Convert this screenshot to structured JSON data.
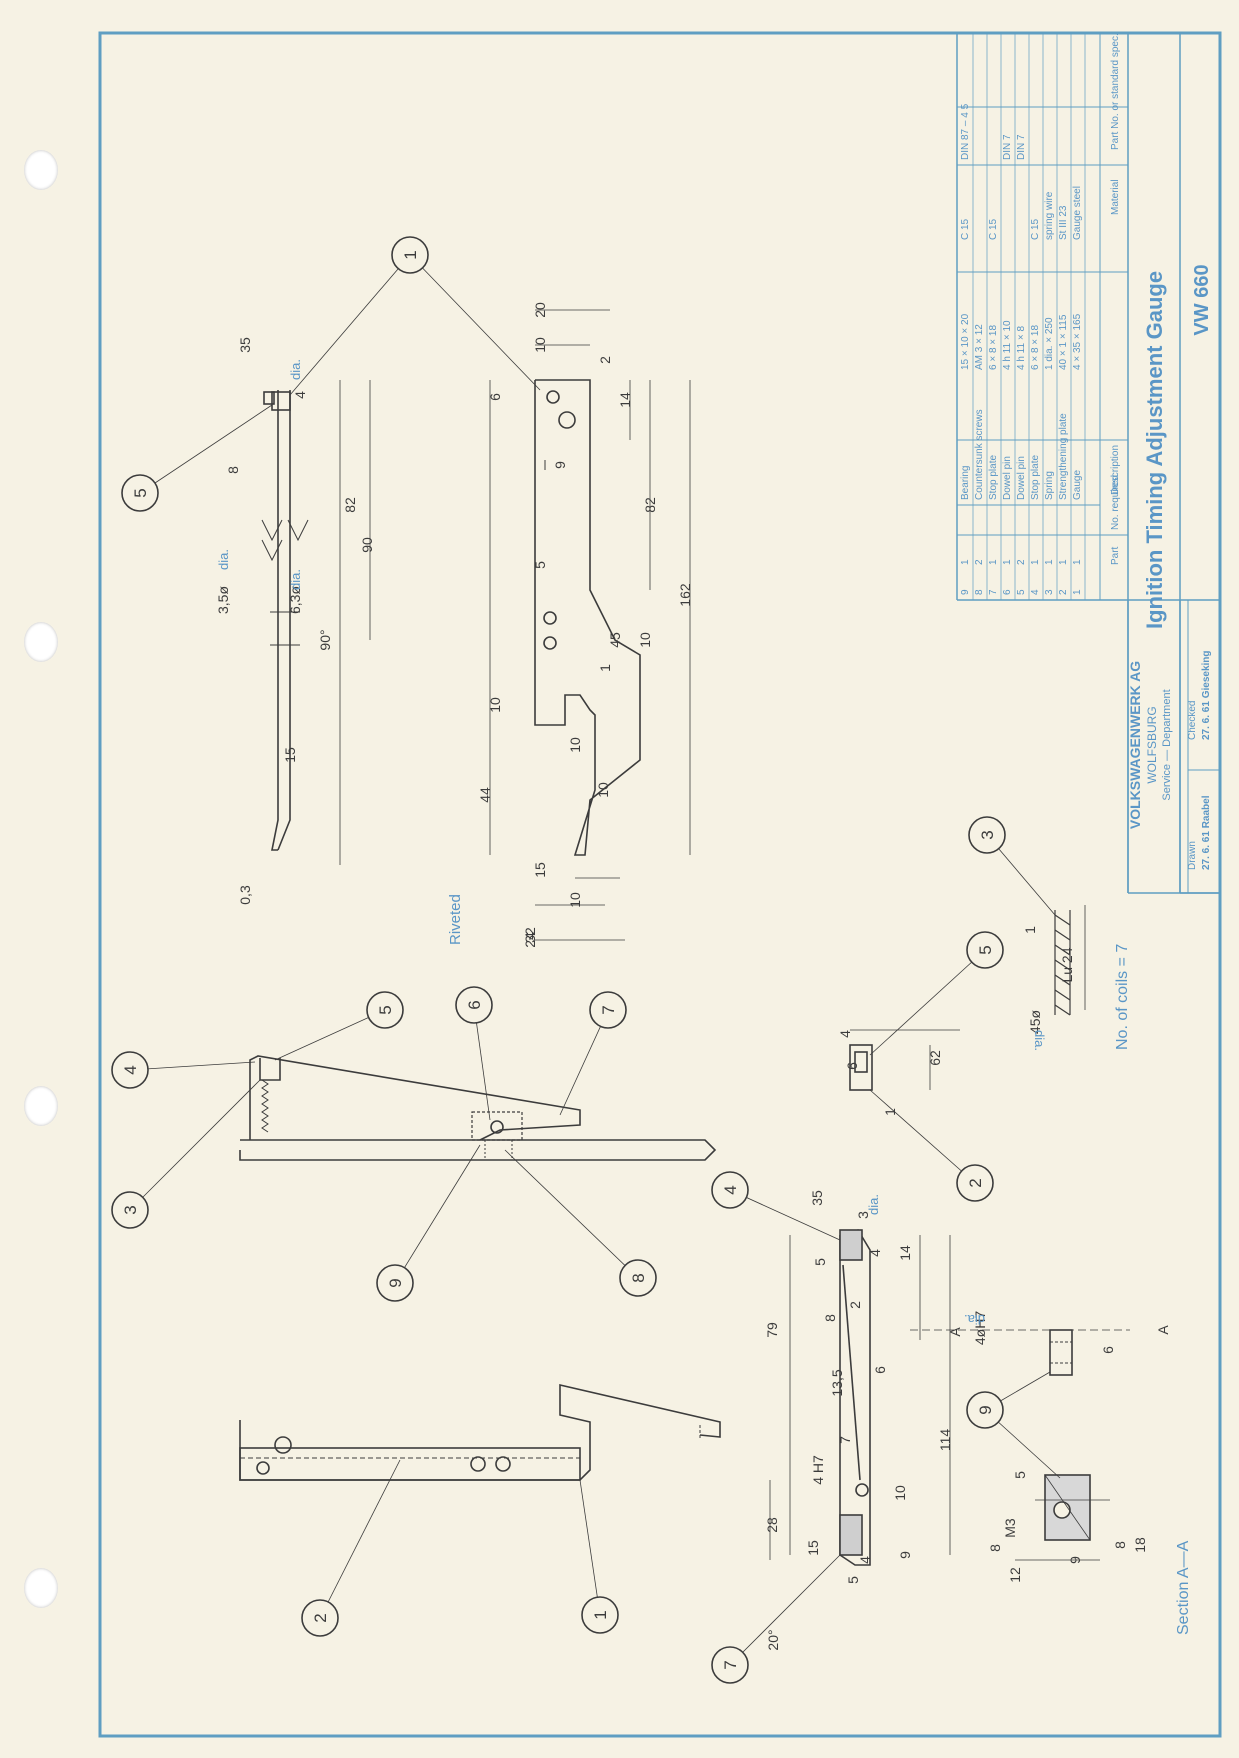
{
  "title_block": {
    "company": "VOLKSWAGENWERK AG",
    "city": "WOLFSBURG",
    "department": "Service — Department",
    "drawn_label": "Drawn",
    "drawn_value": "27. 6. 61 Raabel",
    "checked_label": "Checked",
    "checked_value": "27. 6. 61 Gieseking",
    "title": "Ignition Timing Adjustment Gauge",
    "number": "VW 660"
  },
  "parts_list": {
    "headers": [
      "Part",
      "No. required",
      "Description",
      "Material",
      "Part No. or standard spec."
    ],
    "rows": [
      [
        "9",
        "1",
        "Bearing",
        "15 × 10 × 20",
        "C 15",
        "DIN 87 – 4 5"
      ],
      [
        "8",
        "2",
        "Countersunk screws",
        "AM 3 × 12",
        "",
        ""
      ],
      [
        "7",
        "1",
        "Stop plate",
        "6 × 8 × 18",
        "C 15",
        ""
      ],
      [
        "6",
        "1",
        "Dowel pin",
        "4 h 11 × 10",
        "",
        "DIN 7"
      ],
      [
        "5",
        "2",
        "Dowel pin",
        "4 h 11 × 8",
        "",
        "DIN 7"
      ],
      [
        "4",
        "1",
        "Stop plate",
        "6 × 8 × 18",
        "C 15",
        ""
      ],
      [
        "3",
        "1",
        "Spring",
        "1 dia. × 250",
        "spring wire",
        ""
      ],
      [
        "2",
        "1",
        "Strengthening plate",
        "40 × 1 × 115",
        "St III 23",
        ""
      ],
      [
        "1",
        "1",
        "Gauge",
        "4 × 35 × 165",
        "Gauge steel",
        ""
      ]
    ]
  },
  "notes": {
    "riveted": "Riveted",
    "coils": "No. of coils = 7",
    "section": "Section A—A",
    "dia": "dia."
  },
  "balloons": [
    "1",
    "5",
    "3",
    "4",
    "5",
    "6",
    "7",
    "9",
    "8",
    "2",
    "1",
    "3",
    "5",
    "2",
    "4",
    "9",
    "7"
  ],
  "dims": {
    "top_view": [
      "35",
      "4",
      "8",
      "82",
      "90",
      "3,5ø",
      "6,3ø",
      "90°",
      "15",
      "0,3"
    ],
    "side_view": [
      "20",
      "10",
      "6",
      "2",
      "14",
      "9",
      "82",
      "5",
      "162",
      "45",
      "10",
      "1",
      "10",
      "10",
      "44",
      "10",
      "15",
      "10",
      "24",
      "32"
    ],
    "spring": [
      "1",
      "Lu 24",
      "45ø"
    ],
    "pin": [
      "4",
      "6",
      "62",
      "1"
    ],
    "plate2": [
      "35",
      "3",
      "4",
      "14",
      "5",
      "2",
      "8",
      "6",
      "13,5",
      "7",
      "4 H7",
      "10",
      "79",
      "28",
      "15",
      "114",
      "9",
      "4",
      "5",
      "20°"
    ],
    "bearing": [
      "4øH7",
      "6",
      "A",
      "A"
    ],
    "section": [
      "5",
      "M3",
      "9",
      "8",
      "18",
      "8",
      "12"
    ]
  },
  "colors": {
    "ink": "#3c3c3c",
    "frame_blue": "#5f9ec2",
    "blue_text": "#5a96c6",
    "paper": "#f6f2e4"
  }
}
